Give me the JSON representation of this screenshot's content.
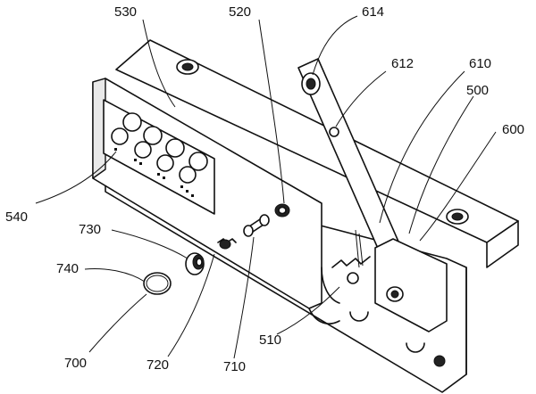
{
  "callouts": {
    "c530": "530",
    "c520": "520",
    "c614": "614",
    "c612": "612",
    "c610": "610",
    "c500": "500",
    "c600": "600",
    "c540": "540",
    "c730": "730",
    "c740": "740",
    "c510": "510",
    "c700": "700",
    "c720": "720",
    "c710": "710"
  }
}
